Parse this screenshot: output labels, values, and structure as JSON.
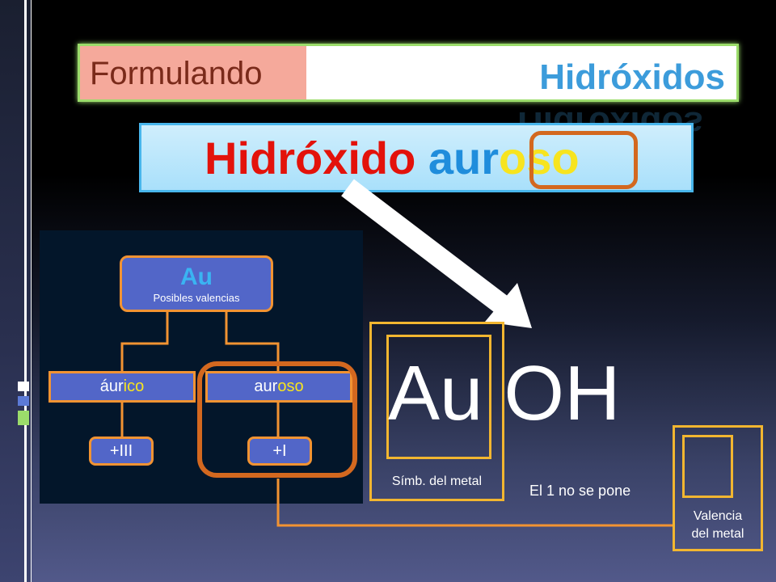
{
  "header": {
    "left_text": "Formulando",
    "right_text": "Hidróxidos"
  },
  "title": {
    "part1": "Hidróxido ",
    "part2": "aur",
    "part3": "oso"
  },
  "diagram": {
    "root": {
      "symbol": "Au",
      "subtitle": "Posibles valencias"
    },
    "mid_left": {
      "stem": "áur",
      "suffix": "ico"
    },
    "mid_right": {
      "stem": "aur",
      "suffix": "oso"
    },
    "leaf_left": "+III",
    "leaf_right": "+I"
  },
  "formula": {
    "symbol": "Au",
    "group": "OH"
  },
  "labels": {
    "symbol_label": "Símb. del metal",
    "valence_label_line1": "Valencia",
    "valence_label_line2": "del metal",
    "note": "El 1 no se pone"
  },
  "colors": {
    "orange": "#f29332",
    "dark_orange": "#d3681f",
    "yellow_box": "#f2b630",
    "title_red": "#e3120b",
    "title_blue": "#1f8ddc",
    "title_yellow": "#f7e41f",
    "header_green": "#9bdc6b"
  }
}
